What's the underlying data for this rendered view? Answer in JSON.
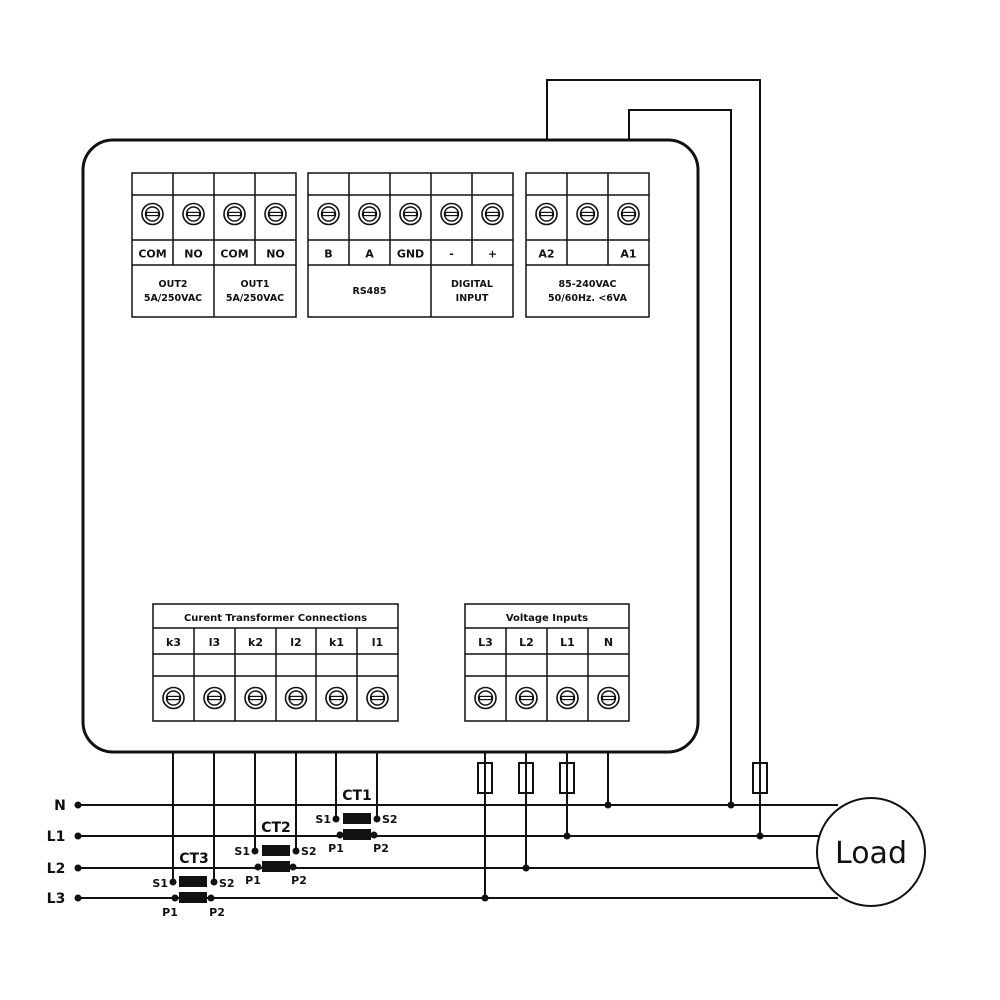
{
  "output_block": {
    "terminals": [
      "COM",
      "NO",
      "COM",
      "NO"
    ],
    "groups": [
      {
        "line1": "OUT2",
        "line2": "5A/250VAC"
      },
      {
        "line1": "OUT1",
        "line2": "5A/250VAC"
      }
    ]
  },
  "comm_block": {
    "terminals": [
      "B",
      "A",
      "GND",
      "-",
      "+"
    ],
    "rs485_label": "RS485",
    "digital_input": {
      "line1": "DIGITAL",
      "line2": "INPUT"
    }
  },
  "power_block": {
    "terminals": [
      "A2",
      "",
      "A1"
    ],
    "line1": "85-240VAC",
    "line2": "50/60Hz. <6VA"
  },
  "ct_block": {
    "title": "Curent Transformer Connections",
    "terminals": [
      "k3",
      "l3",
      "k2",
      "l2",
      "k1",
      "l1"
    ]
  },
  "voltage_block": {
    "title": "Voltage Inputs",
    "terminals": [
      "L3",
      "L2",
      "L1",
      "N"
    ]
  },
  "lines": [
    "N",
    "L1",
    "L2",
    "L3"
  ],
  "transformers": [
    {
      "name": "CT1",
      "s1": "S1",
      "s2": "S2",
      "p1": "P1",
      "p2": "P2"
    },
    {
      "name": "CT2",
      "s1": "S1",
      "s2": "S2",
      "p1": "P1",
      "p2": "P2"
    },
    {
      "name": "CT3",
      "s1": "S1",
      "s2": "S2",
      "p1": "P1",
      "p2": "P2"
    }
  ],
  "load": {
    "label": "Load"
  },
  "icons": {
    "terminal": "screw-terminal-icon",
    "fuse": "fuse-icon"
  }
}
